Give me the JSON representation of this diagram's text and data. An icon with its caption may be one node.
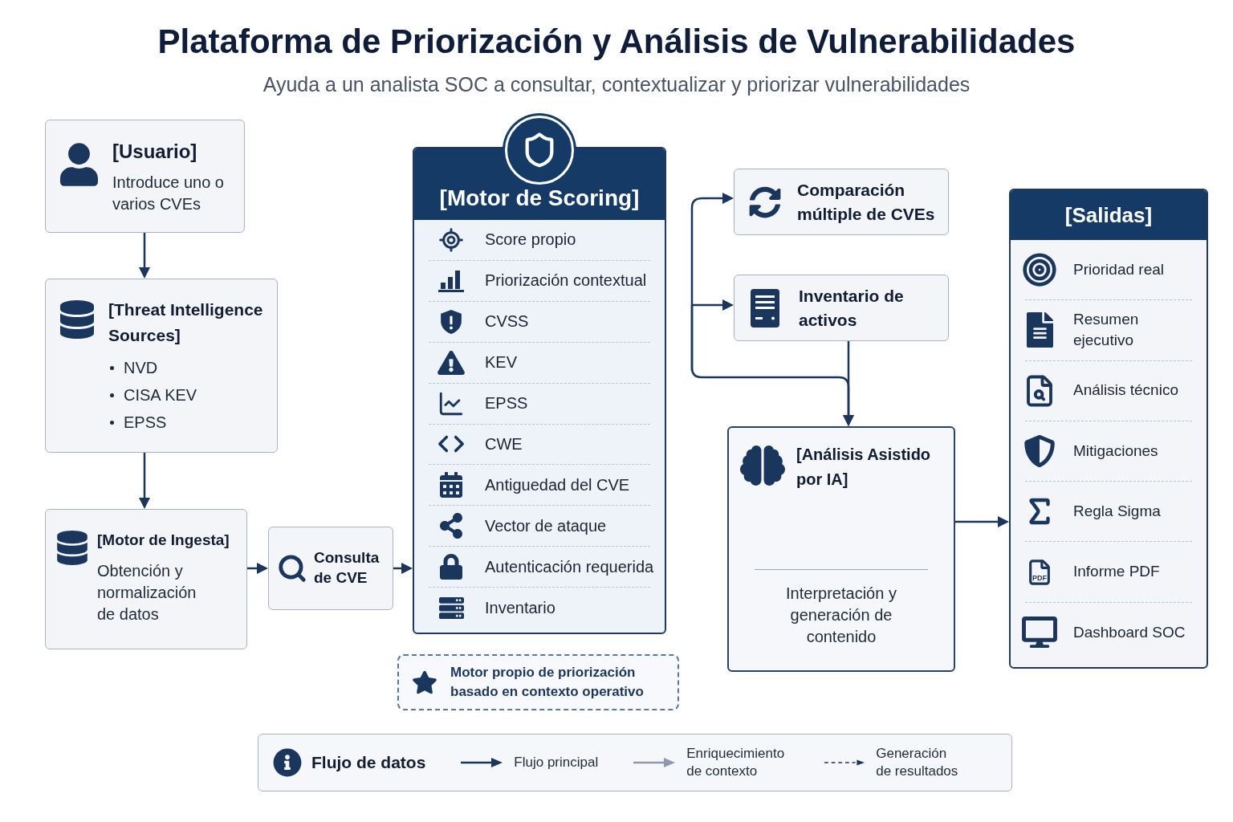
{
  "diagram": {
    "title": "Plataforma de Priorización y Análisis de Vulnerabilidades",
    "nodes": [
      {
        "text": [
          "[Usuario]",
          "Introduce uno o varios CVEs"
        ]
      },
      {
        "text": [
          "[Threat Intelligence Sources]",
          "NVD",
          "CISA KEV",
          "EPSS"
        ]
      },
      {
        "text": [
          "[Motor de Ingesta]",
          "Obtención y normalización de datos"
        ]
      },
      {
        "text": [
          "Consulta de CVE"
        ]
      },
      {
        "text": [
          "[Motor de Scoring]",
          "Score propio",
          "Priorización contextual",
          "CVSS",
          "KEV",
          "EPSS",
          "CWE",
          "Antiguedad del CVE",
          "Vector de ataque",
          "Autenticación requerida",
          "Inventario"
        ]
      },
      {
        "text": [
          "Motor propio de priorización basado en contexto operativo"
        ]
      },
      {
        "text": [
          "Comparación múltiple de CVEs"
        ]
      },
      {
        "text": [
          "Inventario de activos"
        ]
      },
      {
        "text": [
          "[Análisis Asistido por IA]",
          "Interpretación y generación de contenido"
        ]
      },
      {
        "text": [
          "[Salidas]",
          "Prioridad real",
          "Resumen ejecutivo",
          "Análisis técnico",
          "Mitigaciones",
          "Regla Sigma",
          "Informe PDF",
          "Dashboard SOC"
        ]
      }
    ],
    "edges": [
      {
        "from": 0,
        "to": 1,
        "arrow": "to"
      },
      {
        "from": 1,
        "to": 2,
        "arrow": "to"
      },
      {
        "from": 2,
        "to": 3,
        "arrow": "to"
      },
      {
        "from": 3,
        "to": 4,
        "arrow": "to"
      },
      {
        "from": null,
        "to": 6,
        "arrow": "to"
      },
      {
        "from": null,
        "to": 7,
        "arrow": "to"
      },
      {
        "from": null,
        "to": 8,
        "arrow": "to"
      },
      {
        "from": 7,
        "to": 8,
        "arrow": "to"
      },
      {
        "from": 8,
        "to": 9,
        "arrow": "to"
      }
    ],
    "labels": [
      "Ayuda a un analista SOC a consultar, contextualizar y priorizar vulnerabilidades",
      "PDF",
      "Flujo de datos"
    ],
    "legend": [
      {
        "text": "Flujo principal"
      },
      {
        "text": "Enriquecimiento de contexto"
      },
      {
        "text": "Generación de resultados"
      }
    ]
  }
}
